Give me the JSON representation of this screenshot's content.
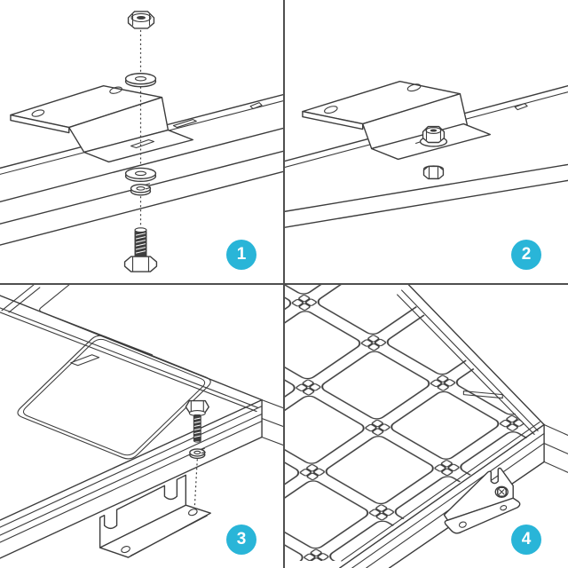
{
  "theme": {
    "background": "#ffffff",
    "line_color": "#3c3c3c",
    "divider_color": "#4f4f4f",
    "accent": "#29b5d8",
    "badge_text_color": "#ffffff"
  },
  "steps": [
    {
      "number": "1"
    },
    {
      "number": "2"
    },
    {
      "number": "3"
    },
    {
      "number": "4"
    }
  ]
}
